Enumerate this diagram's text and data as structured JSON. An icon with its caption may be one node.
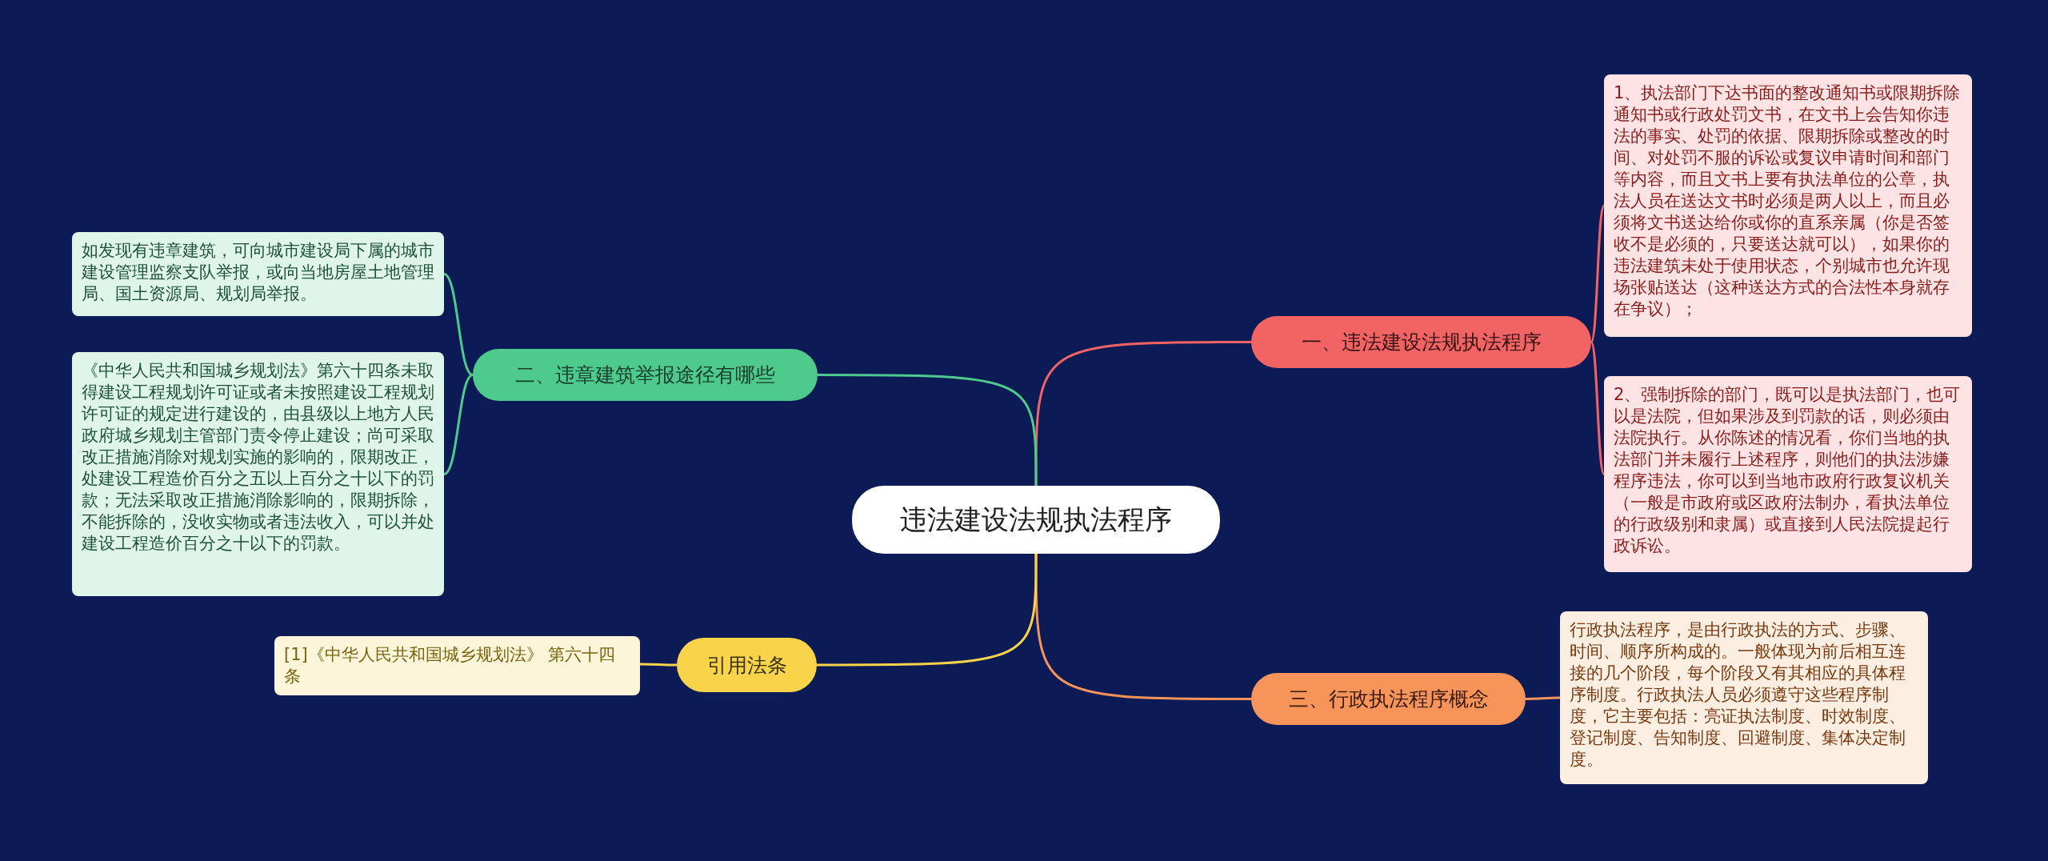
{
  "diagram": {
    "nodes": [
      {
        "text": [
          "违法建设法规执法程序"
        ]
      },
      {
        "text": [
          "一、违法建设法规执法程序"
        ]
      },
      {
        "text": [
          "1、执法部门下达书面的整改通知书或限期拆除通知书或行政处罚文书，在文书上会告知你违法的事实、处罚的依据、限期拆除或整改的时间、对处罚不服的诉讼或复议申请时间和部门等内容，而且文书上要有执法单位的公章，执法人员在送达文书时必须是两人以上，而且必须将文书送达给你或你的直系亲属（你是否签收不是必须的，只要送达就可以），如果你的违法建筑未处于使用状态，个别城市也允许现场张贴送达（这种送达方式的合法性本身就存在争议）；"
        ]
      },
      {
        "text": [
          "2、强制拆除的部门，既可以是执法部门，也可以是法院，但如果涉及到罚款的话，则必须由法院执行。从你陈述的情况看，你们当地的执法部门并未履行上述程序，则他们的执法涉嫌程序违法，你可以到当地市政府行政复议机关（一般是市政府或区政府法制办，看执法单位的行政级别和隶属）或直接到人民法院提起行政诉讼。"
        ]
      },
      {
        "text": [
          "二、违章建筑举报途径有哪些"
        ]
      },
      {
        "text": [
          "如发现有违章建筑，可向城市建设局下属的城市建设管理监察支队举报，或向当地房屋土地管理局、国土资源局、规划局举报。"
        ]
      },
      {
        "text": [
          "《中华人民共和国城乡规划法》第六十四条未取得建设工程规划许可证或者未按照建设工程规划许可证的规定进行建设的，由县级以上地方人民政府城乡规划主管部门责令停止建设；尚可采取改正措施消除对规划实施的影响的，限期改正，处建设工程造价百分之五以上百分之十以下的罚款；无法采取改正措施消除影响的，限期拆除，不能拆除的，没收实物或者违法收入，可以并处建设工程造价百分之十以下的罚款。"
        ]
      },
      {
        "text": [
          "三、行政执法程序概念"
        ]
      },
      {
        "text": [
          "行政执法程序，是由行政执法的方式、步骤、时间、顺序所构成的。一般体现为前后相互连接的几个阶段，每个阶段又有其相应的具体程序制度。行政执法人员必须遵守这些程序制度，它主要包括：亮证执法制度、时效制度、登记制度、告知制度、回避制度、集体决定制度。"
        ]
      },
      {
        "text": [
          "引用法条"
        ]
      },
      {
        "text": [
          "[1]《中华人民共和国城乡规划法》 第六十四条"
        ]
      }
    ],
    "edges": [
      {
        "from": 0,
        "to": 1,
        "arrow": "none",
        "color": "#f26464"
      },
      {
        "from": 1,
        "to": 2,
        "arrow": "none",
        "color": "#f26464"
      },
      {
        "from": 1,
        "to": 3,
        "arrow": "none",
        "color": "#f26464"
      },
      {
        "from": 0,
        "to": 4,
        "arrow": "none",
        "color": "#4ecb8c"
      },
      {
        "from": 4,
        "to": 5,
        "arrow": "none",
        "color": "#4ecb8c"
      },
      {
        "from": 4,
        "to": 6,
        "arrow": "none",
        "color": "#4ecb8c"
      },
      {
        "from": 0,
        "to": 7,
        "arrow": "none",
        "color": "#f7945a"
      },
      {
        "from": 7,
        "to": 8,
        "arrow": "none",
        "color": "#f7945a"
      },
      {
        "from": 0,
        "to": 9,
        "arrow": "none",
        "color": "#f9d44a"
      },
      {
        "from": 9,
        "to": 10,
        "arrow": "none",
        "color": "#f9d44a"
      }
    ]
  }
}
